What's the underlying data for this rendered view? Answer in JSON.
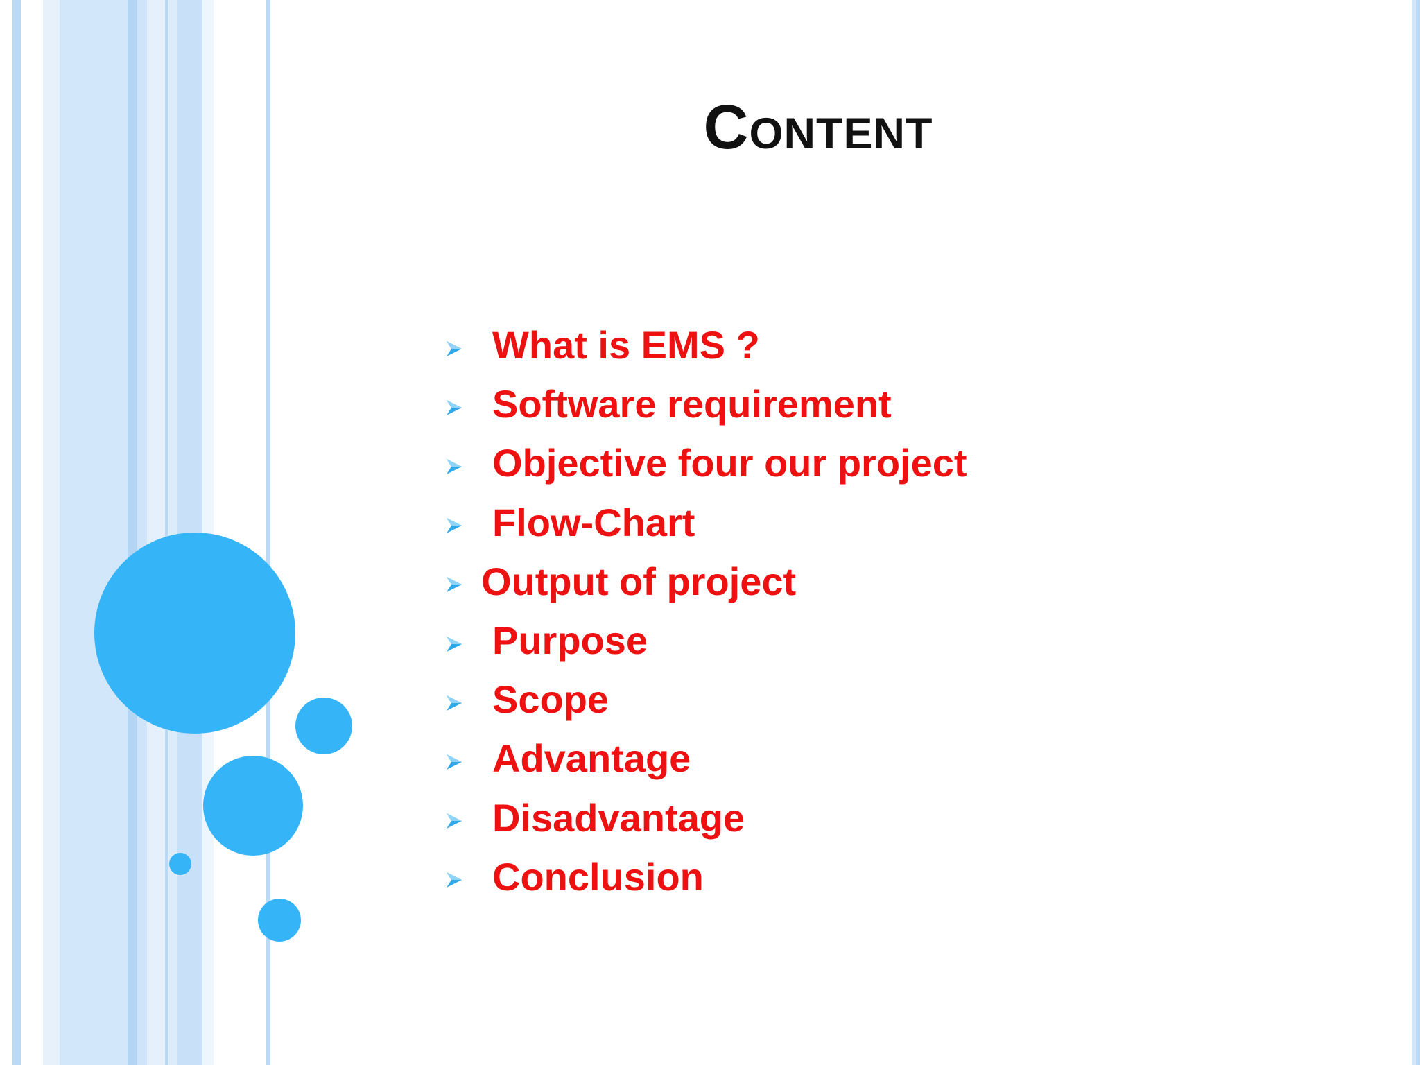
{
  "slide": {
    "title": "Content",
    "items": [
      {
        "label": "What is EMS ?"
      },
      {
        "label": "Software requirement"
      },
      {
        "label": "Objective four our project"
      },
      {
        "label": "Flow-Chart"
      },
      {
        "label": "Output of project"
      },
      {
        "label": "Purpose"
      },
      {
        "label": "Scope"
      },
      {
        "label": "Advantage"
      },
      {
        "label": "Disadvantage"
      },
      {
        "label": "Conclusion"
      }
    ],
    "bullet_icon": "arrowhead-bullet-icon"
  },
  "colors": {
    "title": "#111111",
    "bullet_text": "#ee1111",
    "bullet_icon": "#2fa8e8",
    "circles": "#35b5f7",
    "stripes": "#d3e7fb"
  }
}
